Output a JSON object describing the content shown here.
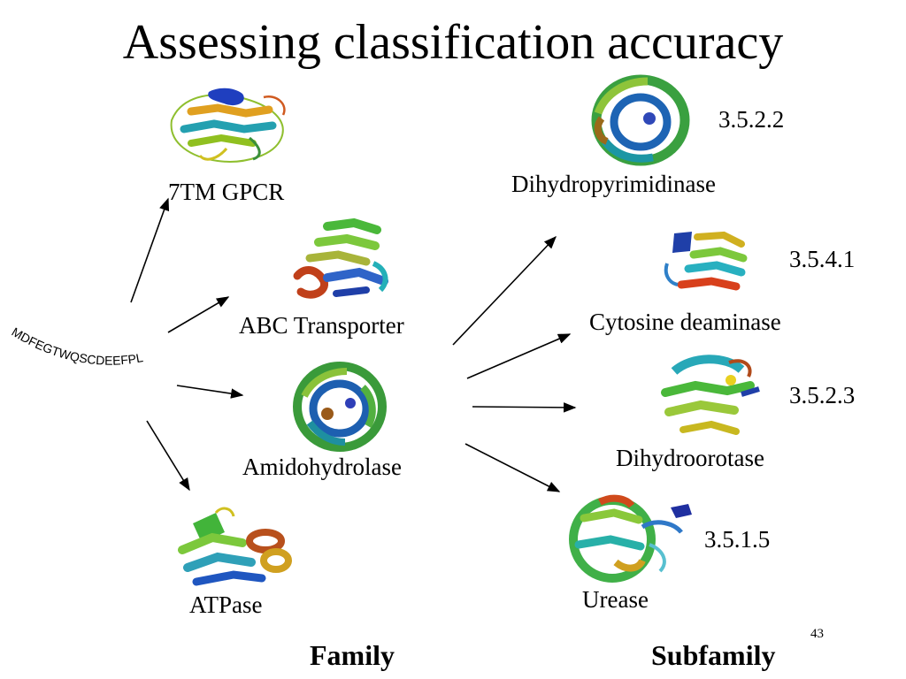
{
  "title": "Assessing classification accuracy",
  "sequence": "MDFEGTWQSCDEEFPL",
  "families": [
    {
      "label": "7TM GPCR"
    },
    {
      "label": "ABC Transporter"
    },
    {
      "label": "Amidohydrolase"
    },
    {
      "label": "ATPase"
    }
  ],
  "subfamilies": [
    {
      "label": "Dihydropyrimidinase",
      "ec": "3.5.2.2"
    },
    {
      "label": "Cytosine deaminase",
      "ec": "3.5.4.1"
    },
    {
      "label": "Dihydroorotase",
      "ec": "3.5.2.3"
    },
    {
      "label": "Urease",
      "ec": "3.5.1.5"
    }
  ],
  "footer": {
    "family": "Family",
    "subfamily": "Subfamily"
  },
  "page_number": "43"
}
